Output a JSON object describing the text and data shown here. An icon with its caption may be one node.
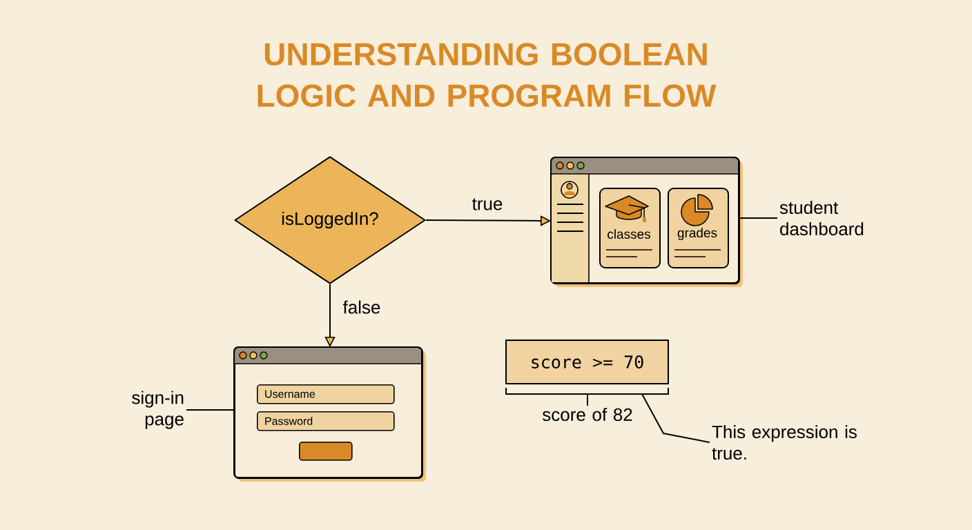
{
  "diagram": {
    "title": "UNDERSTANDING BOOLEAN LOGIC AND PROGRAM FLOW",
    "nodes": [
      {
        "text": [
          "isLoggedIn?"
        ]
      },
      {
        "text": [],
        "shape": "box"
      },
      {
        "text": [
          "classes"
        ],
        "in": 1
      },
      {
        "text": [
          "grades"
        ],
        "in": 1
      },
      {
        "text": [
          "student dashboard"
        ]
      },
      {
        "text": [],
        "shape": "box"
      },
      {
        "text": [
          "Username"
        ],
        "in": 5
      },
      {
        "text": [
          "Password"
        ],
        "in": 5
      },
      {
        "text": [],
        "shape": "box",
        "in": 5
      },
      {
        "text": [
          "sign-in page"
        ]
      },
      {
        "text": [
          "score >= 70"
        ]
      },
      {
        "text": [
          "score of 82"
        ]
      },
      {
        "text": [
          "This expression is true."
        ]
      }
    ],
    "edges": [
      {
        "from": 0,
        "to": 1,
        "arrow": "to",
        "label": "true"
      },
      {
        "from": 0,
        "to": 5,
        "arrow": "to",
        "label": "false"
      },
      {
        "from": 4,
        "to": 1,
        "arrow": "none"
      },
      {
        "from": 9,
        "to": 5,
        "arrow": "none"
      },
      {
        "from": 11,
        "to": 10,
        "arrow": "none"
      },
      {
        "from": 12,
        "to": 10,
        "arrow": "none"
      }
    ]
  }
}
